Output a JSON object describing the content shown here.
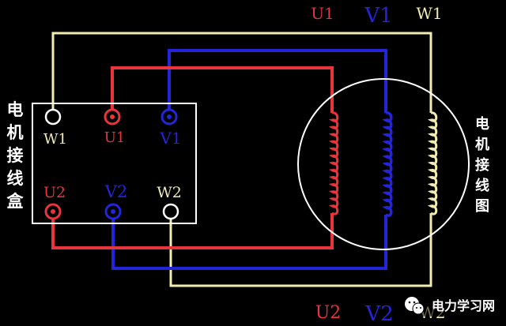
{
  "colors": {
    "background": "#000000",
    "u_phase": "#e8343a",
    "v_phase": "#2424d8",
    "w_phase": "#f2ecb0",
    "outline": "#ffffff"
  },
  "box_title": "电机接线盒",
  "motor_title": "电机接线图",
  "top_labels": {
    "u1": "U1",
    "v1": "V1",
    "w1": "W1"
  },
  "bottom_labels": {
    "u2": "U2",
    "v2": "V2",
    "w2": "W2"
  },
  "terminals": {
    "w1": "W1",
    "u1": "U1",
    "v1": "V1",
    "u2": "U2",
    "v2": "V2",
    "w2": "W2"
  },
  "watermark": {
    "text": "电力学习网",
    "icon": "wechat-icon"
  }
}
